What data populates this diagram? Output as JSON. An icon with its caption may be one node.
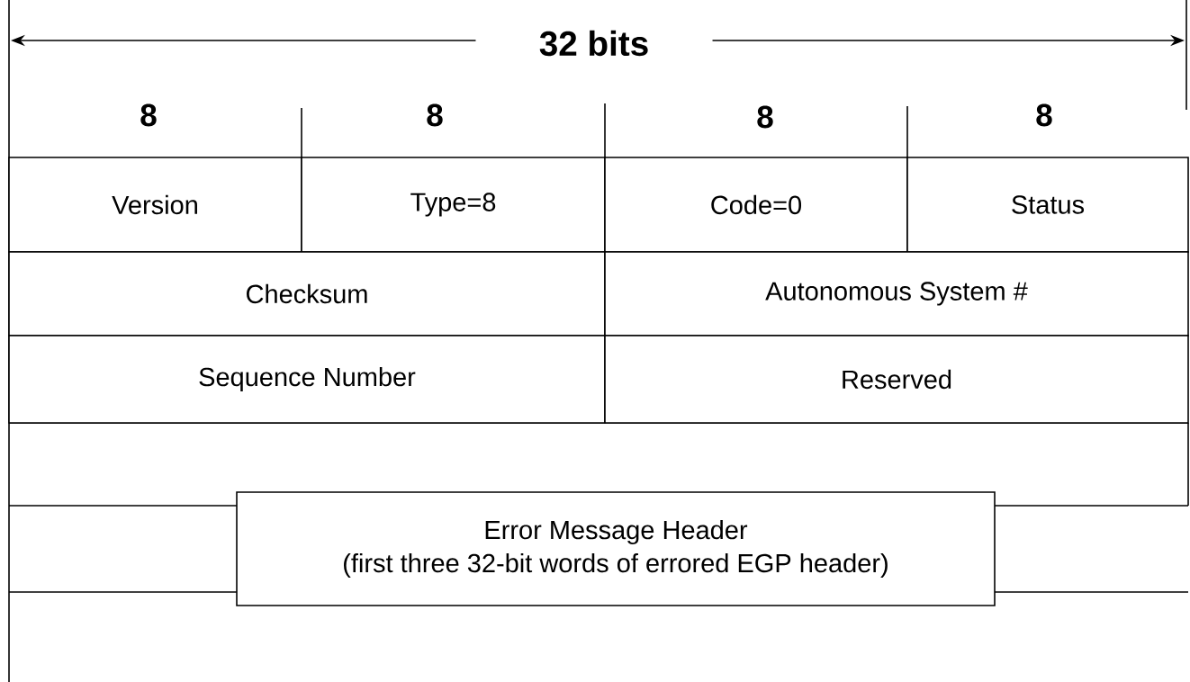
{
  "diagram": {
    "nodes": [
      {
        "text": [
          "Version"
        ]
      },
      {
        "text": [
          "Type=8"
        ]
      },
      {
        "text": [
          "Code=0"
        ]
      },
      {
        "text": [
          "Status"
        ]
      },
      {
        "text": [
          "Checksum"
        ]
      },
      {
        "text": [
          "Autonomous System #"
        ]
      },
      {
        "text": [
          "Sequence Number"
        ]
      },
      {
        "text": [
          "Reserved"
        ]
      },
      {
        "text": [
          "Error Message Header",
          "(first three 32-bit words of errored EGP header)"
        ]
      }
    ],
    "labels": [
      "32 bits",
      "8",
      "8",
      "8",
      "8"
    ]
  }
}
